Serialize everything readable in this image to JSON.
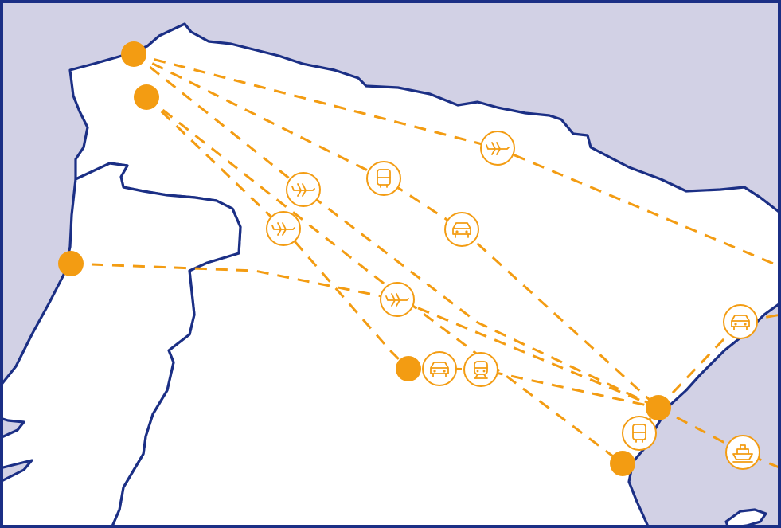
{
  "map": {
    "colors": {
      "sea": "#d2d1e5",
      "land": "#ffffff",
      "coastline": "#1b2f85",
      "route": "#f39c12",
      "city": "#f39c12",
      "badge_ring": "#f39c12",
      "frame": "#1b2f85"
    },
    "cities": [
      {
        "id": "northwest-upper"
      },
      {
        "id": "northwest-lower"
      },
      {
        "id": "west-coast"
      },
      {
        "id": "center"
      },
      {
        "id": "east-coast-north"
      },
      {
        "id": "east-coast-south"
      }
    ],
    "transport_badges": [
      {
        "mode": "airplane",
        "icon": "airplane-icon"
      },
      {
        "mode": "bus",
        "icon": "bus-icon"
      },
      {
        "mode": "airplane",
        "icon": "airplane-icon"
      },
      {
        "mode": "airplane",
        "icon": "airplane-icon"
      },
      {
        "mode": "car",
        "icon": "car-icon"
      },
      {
        "mode": "airplane",
        "icon": "airplane-icon"
      },
      {
        "mode": "car",
        "icon": "car-icon"
      },
      {
        "mode": "train",
        "icon": "train-icon"
      },
      {
        "mode": "car",
        "icon": "car-icon"
      },
      {
        "mode": "bus",
        "icon": "bus-icon"
      },
      {
        "mode": "ferry",
        "icon": "ferry-icon"
      }
    ],
    "route_style": "dashed"
  }
}
